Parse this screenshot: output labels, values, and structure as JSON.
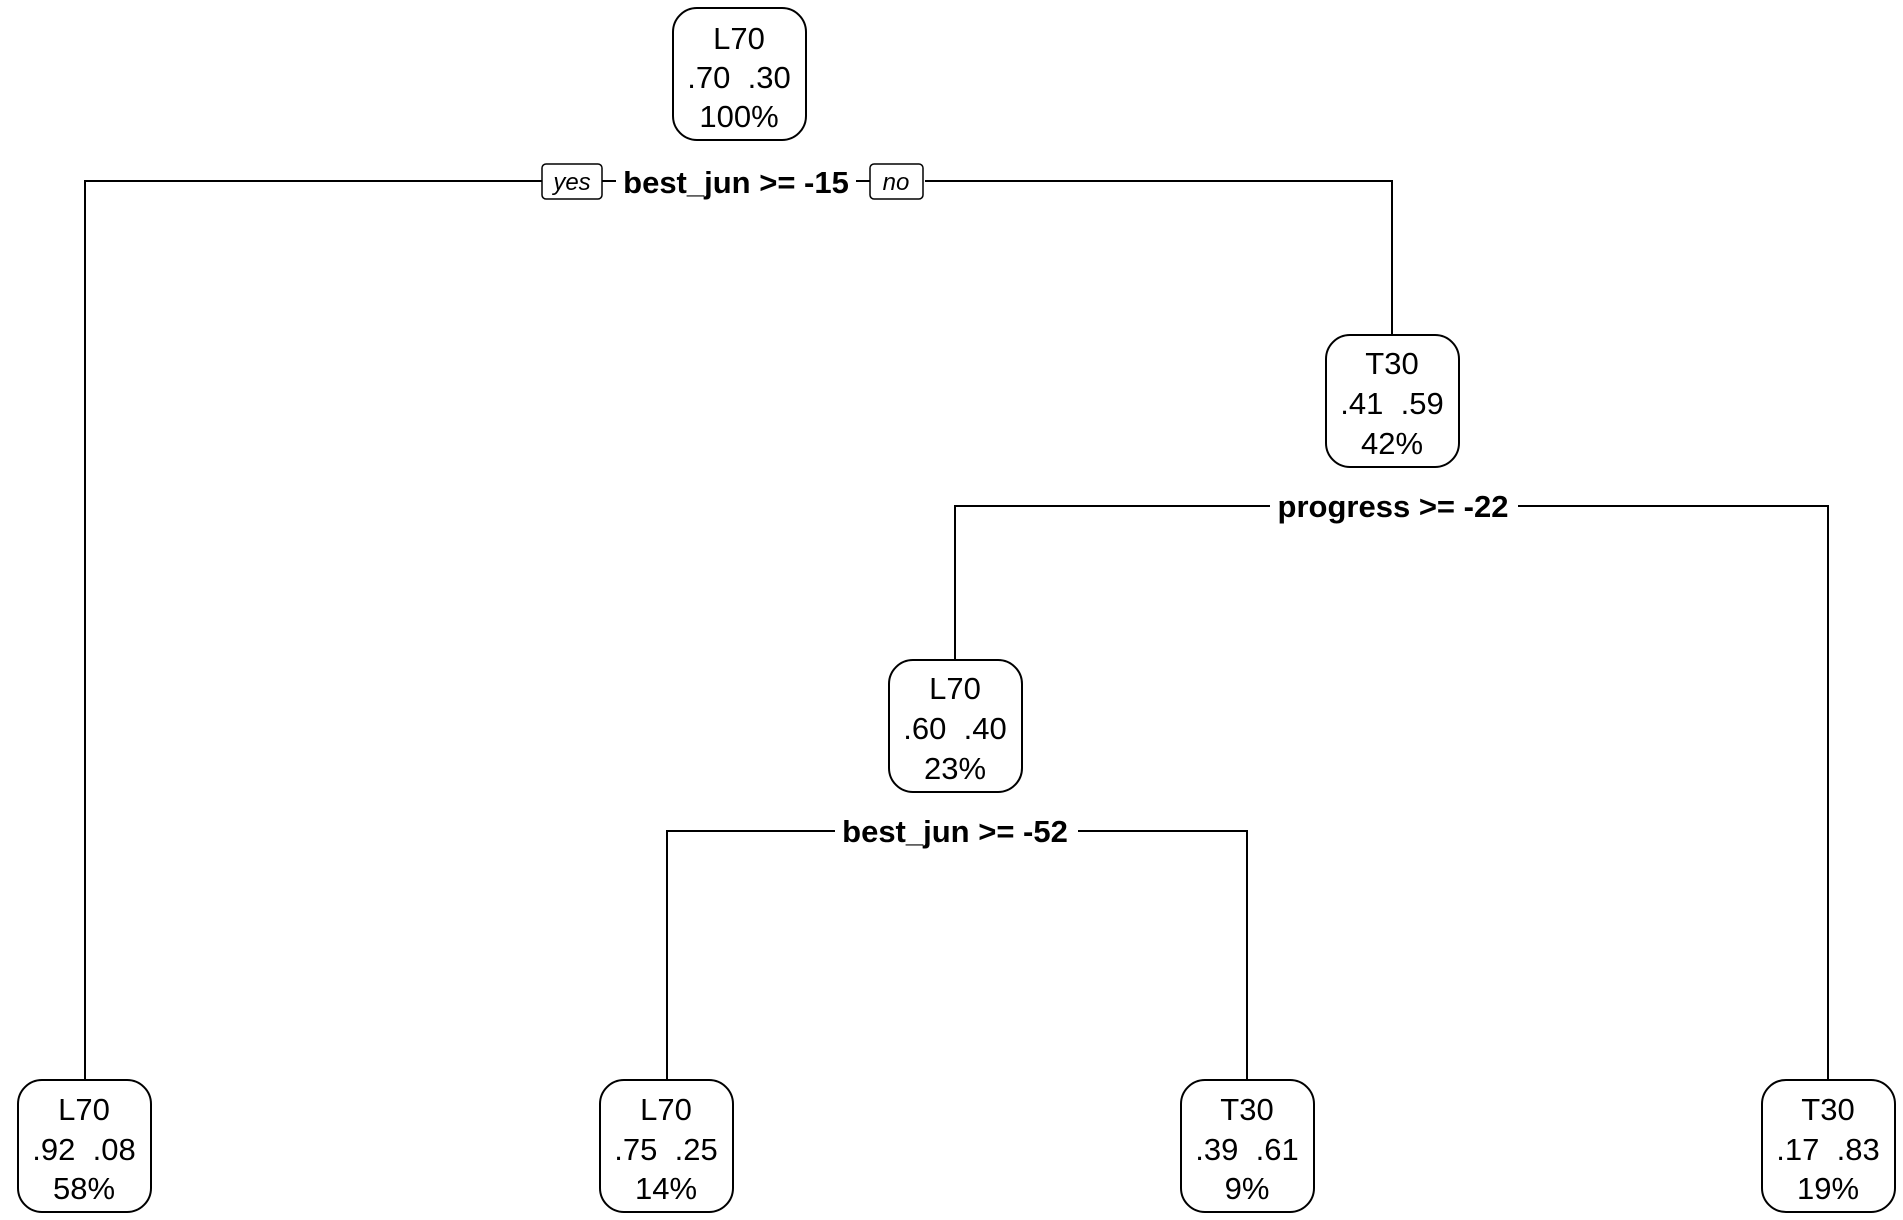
{
  "tree": {
    "nodes": [
      {
        "id": "root",
        "label": "L70",
        "probs": ".70  .30",
        "pct": "100%"
      },
      {
        "id": "n2",
        "label": "T30",
        "probs": ".41  .59",
        "pct": "42%"
      },
      {
        "id": "n3",
        "label": "L70",
        "probs": ".60  .40",
        "pct": "23%"
      },
      {
        "id": "leaf1",
        "label": "L70",
        "probs": ".92  .08",
        "pct": "58%"
      },
      {
        "id": "leaf2",
        "label": "L70",
        "probs": ".75  .25",
        "pct": "14%"
      },
      {
        "id": "leaf3",
        "label": "T30",
        "probs": ".39  .61",
        "pct": "9%"
      },
      {
        "id": "leaf4",
        "label": "T30",
        "probs": ".17  .83",
        "pct": "19%"
      }
    ],
    "splits": [
      {
        "id": "s1",
        "text": "best_jun >= -15",
        "yes": "yes",
        "no": "no"
      },
      {
        "id": "s2",
        "text": "progress >= -22"
      },
      {
        "id": "s3",
        "text": "best_jun >= -52"
      }
    ]
  }
}
